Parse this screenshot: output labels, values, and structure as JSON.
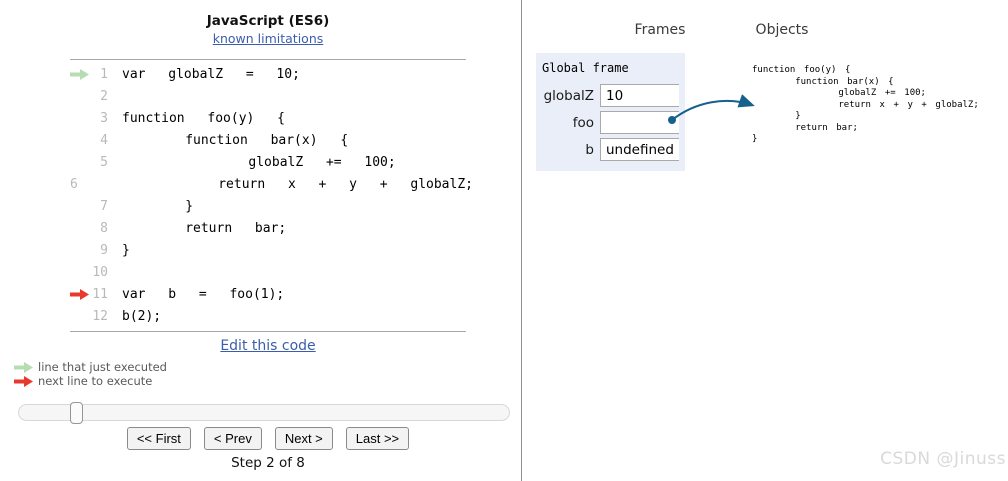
{
  "header": {
    "title": "JavaScript (ES6)",
    "limitations_link": "known limitations"
  },
  "code": {
    "edit_link": "Edit this code",
    "lines": [
      {
        "num": 1,
        "indent": 0,
        "text": "var globalZ = 10;",
        "marker": "just-executed"
      },
      {
        "num": 2,
        "indent": 0,
        "text": "",
        "marker": ""
      },
      {
        "num": 3,
        "indent": 0,
        "text": "function foo(y) {",
        "marker": ""
      },
      {
        "num": 4,
        "indent": 8,
        "text": "function bar(x) {",
        "marker": ""
      },
      {
        "num": 5,
        "indent": 16,
        "text": "globalZ += 100;",
        "marker": ""
      },
      {
        "num": 6,
        "indent": 16,
        "text": "return x + y + globalZ;",
        "marker": ""
      },
      {
        "num": 7,
        "indent": 8,
        "text": "}",
        "marker": ""
      },
      {
        "num": 8,
        "indent": 8,
        "text": "return bar;",
        "marker": ""
      },
      {
        "num": 9,
        "indent": 0,
        "text": "}",
        "marker": ""
      },
      {
        "num": 10,
        "indent": 0,
        "text": "",
        "marker": ""
      },
      {
        "num": 11,
        "indent": 0,
        "text": "var b = foo(1);",
        "marker": "next-line"
      },
      {
        "num": 12,
        "indent": 0,
        "text": "b(2);",
        "marker": ""
      }
    ]
  },
  "legend": {
    "just_executed": "line that just executed",
    "next_line": "next line to execute"
  },
  "navigation": {
    "buttons": [
      {
        "name": "first-button",
        "label": "<< First"
      },
      {
        "name": "prev-button",
        "label": "< Prev"
      },
      {
        "name": "next-button",
        "label": "Next >"
      },
      {
        "name": "last-button",
        "label": "Last >>"
      }
    ],
    "step_label": "Step 2 of 8"
  },
  "panels": {
    "frames_header": "Frames",
    "objects_header": "Objects",
    "global_frame": {
      "title": "Global frame",
      "variables": [
        {
          "name": "globalZ",
          "value": "10",
          "pointer": false
        },
        {
          "name": "foo",
          "value": "",
          "pointer": true
        },
        {
          "name": "b",
          "value": "undefined",
          "pointer": false
        }
      ]
    },
    "function_object": {
      "lines": [
        {
          "indent": 0,
          "text": "function foo(y) {"
        },
        {
          "indent": 8,
          "text": "function bar(x) {"
        },
        {
          "indent": 16,
          "text": "globalZ += 100;"
        },
        {
          "indent": 16,
          "text": "return x + y + globalZ;"
        },
        {
          "indent": 8,
          "text": "}"
        },
        {
          "indent": 8,
          "text": "return bar;"
        },
        {
          "indent": 0,
          "text": "}"
        }
      ]
    }
  },
  "colors": {
    "just_executed_arrow": "#b4ddb4",
    "next_line_arrow": "#e8392c",
    "pointer": "#15618d",
    "link": "#3b5dae",
    "frame_bg": "#e9eef8"
  },
  "watermark": "CSDN @Jinuss"
}
